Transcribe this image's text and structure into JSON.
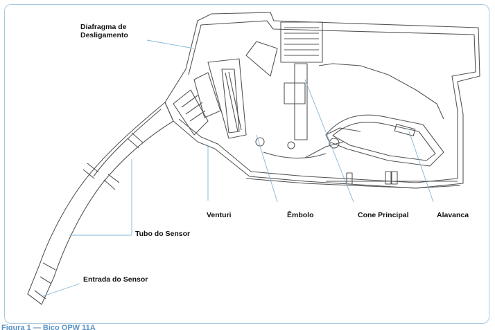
{
  "labels": {
    "diaphragm_line1": "Diafragma de",
    "diaphragm_line2": "Desligamento",
    "venturi": "Venturi",
    "plunger": "Êmbolo",
    "main_cone": "Cone Principal",
    "lever": "Alavanca",
    "sensor_tube": "Tubo do Sensor",
    "sensor_inlet": "Entrada do Sensor"
  },
  "caption": "Figura 1 — Bico OPW 11A",
  "colors": {
    "outline": "#555555",
    "leader": "#7fb6d9",
    "frame": "#a9c8df",
    "caption": "#5a93c4"
  }
}
